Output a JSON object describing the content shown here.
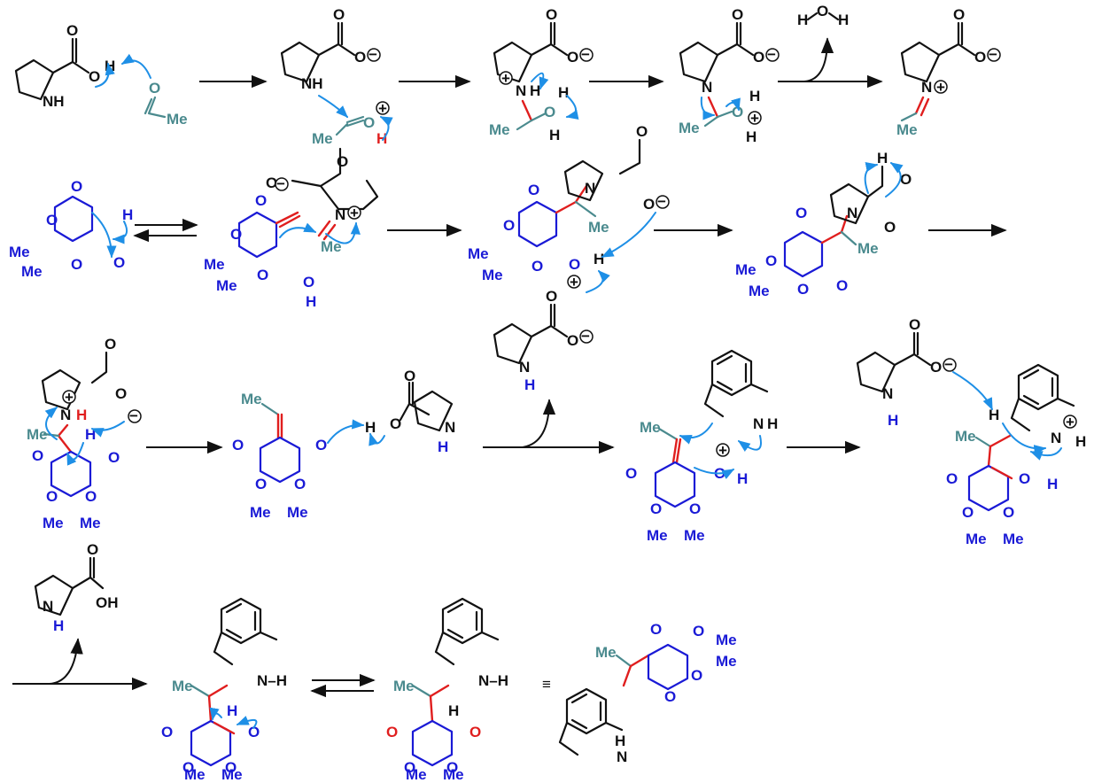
{
  "atoms": {
    "O": "O",
    "N": "N",
    "H": "H",
    "NH": "NH",
    "OH": "OH",
    "Me": "Me",
    "plus": "+",
    "minus": "−",
    "N_H": "N–H",
    "equiv": "≡"
  },
  "colors": {
    "proline": "#111111",
    "meldrum": "#1a1ad6",
    "acetaldehyde": "#4a8a8e",
    "new_bonds": "#e01e1e",
    "electron_arrows": "#1e8fe6"
  },
  "icons": [
    "reaction-arrow",
    "equilibrium-arrow",
    "curved-electron-arrow",
    "plus-charge-icon",
    "minus-charge-icon"
  ]
}
